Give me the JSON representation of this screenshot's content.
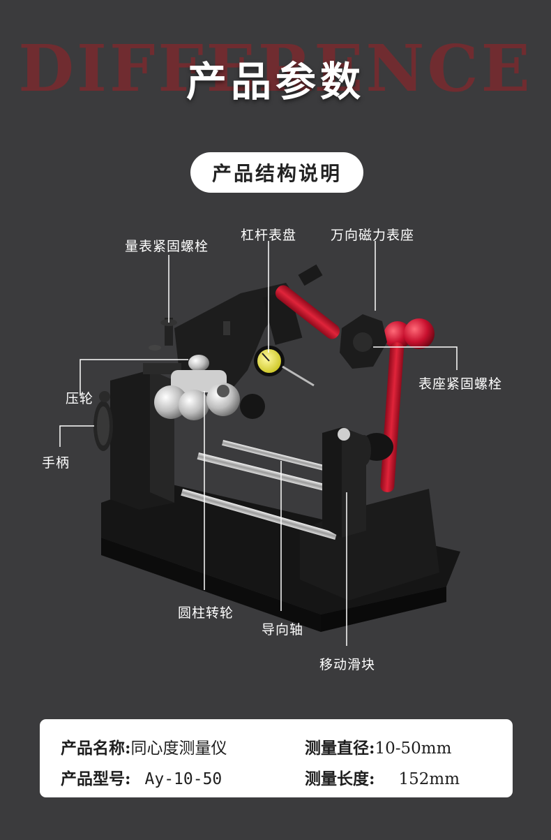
{
  "header": {
    "bg_word": "DIFFERENCE",
    "title": "产品参数",
    "section_pill": "产品结构说明"
  },
  "labels": {
    "gauge_bolt": "量表紧固螺栓",
    "lever_dial": "杠杆表盘",
    "magnetic_base": "万向磁力表座",
    "base_bolt": "表座紧固螺栓",
    "press_wheel": "压轮",
    "handle": "手柄",
    "cylinder_wheel": "圆柱转轮",
    "guide_shaft": "导向轴",
    "sliding_block": "移动滑块"
  },
  "specs": {
    "name_key": "产品名称:",
    "name_value": "同心度测量仪",
    "model_key": "产品型号:",
    "model_value": "Ay-10-50",
    "diameter_key": "测量直径:",
    "diameter_value": "10-50mm",
    "length_key": "测量长度:",
    "length_value": "152mm"
  },
  "colors": {
    "background": "#3b3b3d",
    "accent_red": "#c8102e",
    "bg_word": "#7a2a2e",
    "dial_yellow": "#e8e23a"
  }
}
